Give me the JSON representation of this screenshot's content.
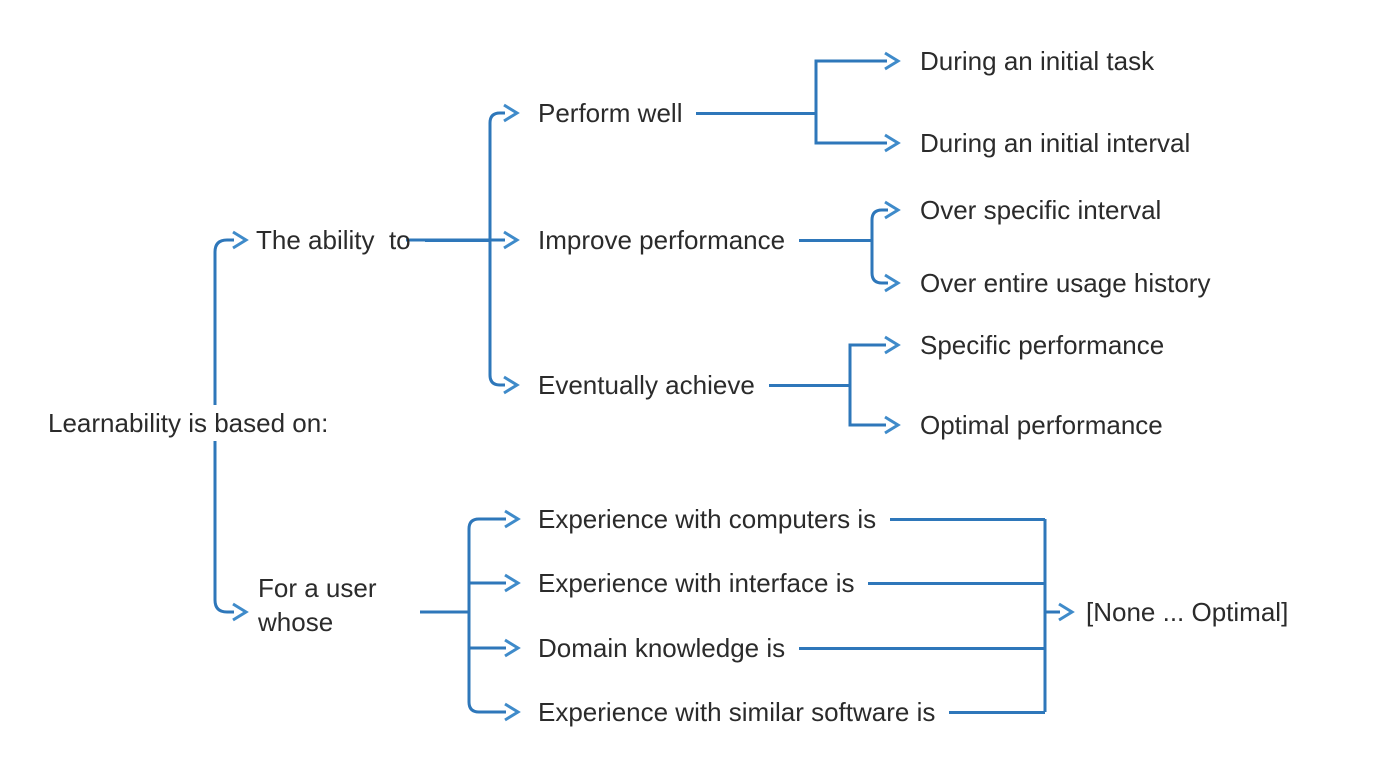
{
  "colors": {
    "line": "#2e77ba",
    "arrow": "#3f8bca",
    "text": "#2b2b2b",
    "background": "#ffffff"
  },
  "diagram": {
    "root": {
      "label": "Learnability is based on:"
    },
    "branches": [
      {
        "label": "The ability  to",
        "children": [
          {
            "label": "Perform well",
            "children": [
              {
                "label": "During an initial task"
              },
              {
                "label": "During an initial interval"
              }
            ]
          },
          {
            "label": "Improve performance",
            "children": [
              {
                "label": "Over specific interval"
              },
              {
                "label": "Over entire usage history"
              }
            ]
          },
          {
            "label": "Eventually achieve",
            "children": [
              {
                "label": "Specific performance"
              },
              {
                "label": "Optimal performance"
              }
            ]
          }
        ]
      },
      {
        "label": "For a user whose",
        "children": [
          {
            "label": "Experience with computers is"
          },
          {
            "label": "Experience with interface is"
          },
          {
            "label": "Domain knowledge is"
          },
          {
            "label": "Experience with similar software is"
          }
        ],
        "result": {
          "label": "[None ... Optimal]"
        }
      }
    ]
  }
}
